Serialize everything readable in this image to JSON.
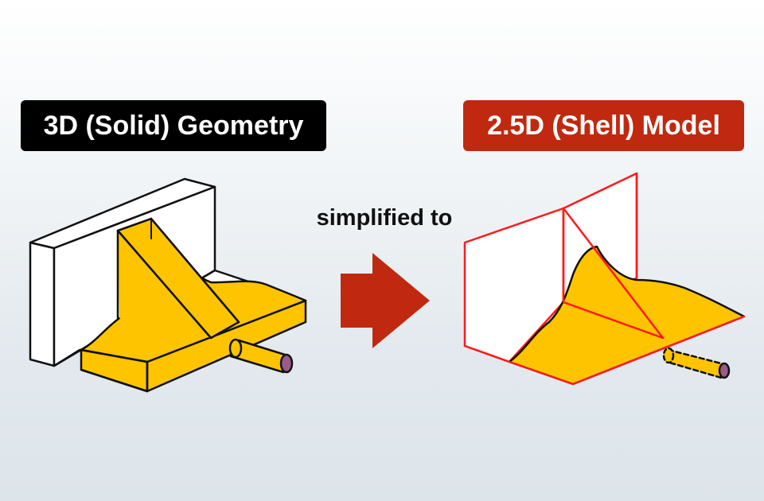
{
  "left_label": {
    "text": "3D (Solid) Geometry",
    "bg": "#000000"
  },
  "right_label": {
    "text": "2.5D (Shell) Model",
    "bg": "#c0290f"
  },
  "connector": {
    "text": "simplified to",
    "arrow_color": "#c0290f"
  },
  "colors": {
    "fill": "#ffc400",
    "shell_edge": "#ff1a1a",
    "solid_edge": "#111111",
    "nozzle_tip": "#9a5a8a"
  },
  "icons": [
    "solid-part-figure",
    "arrow-right-icon",
    "shell-part-figure"
  ]
}
